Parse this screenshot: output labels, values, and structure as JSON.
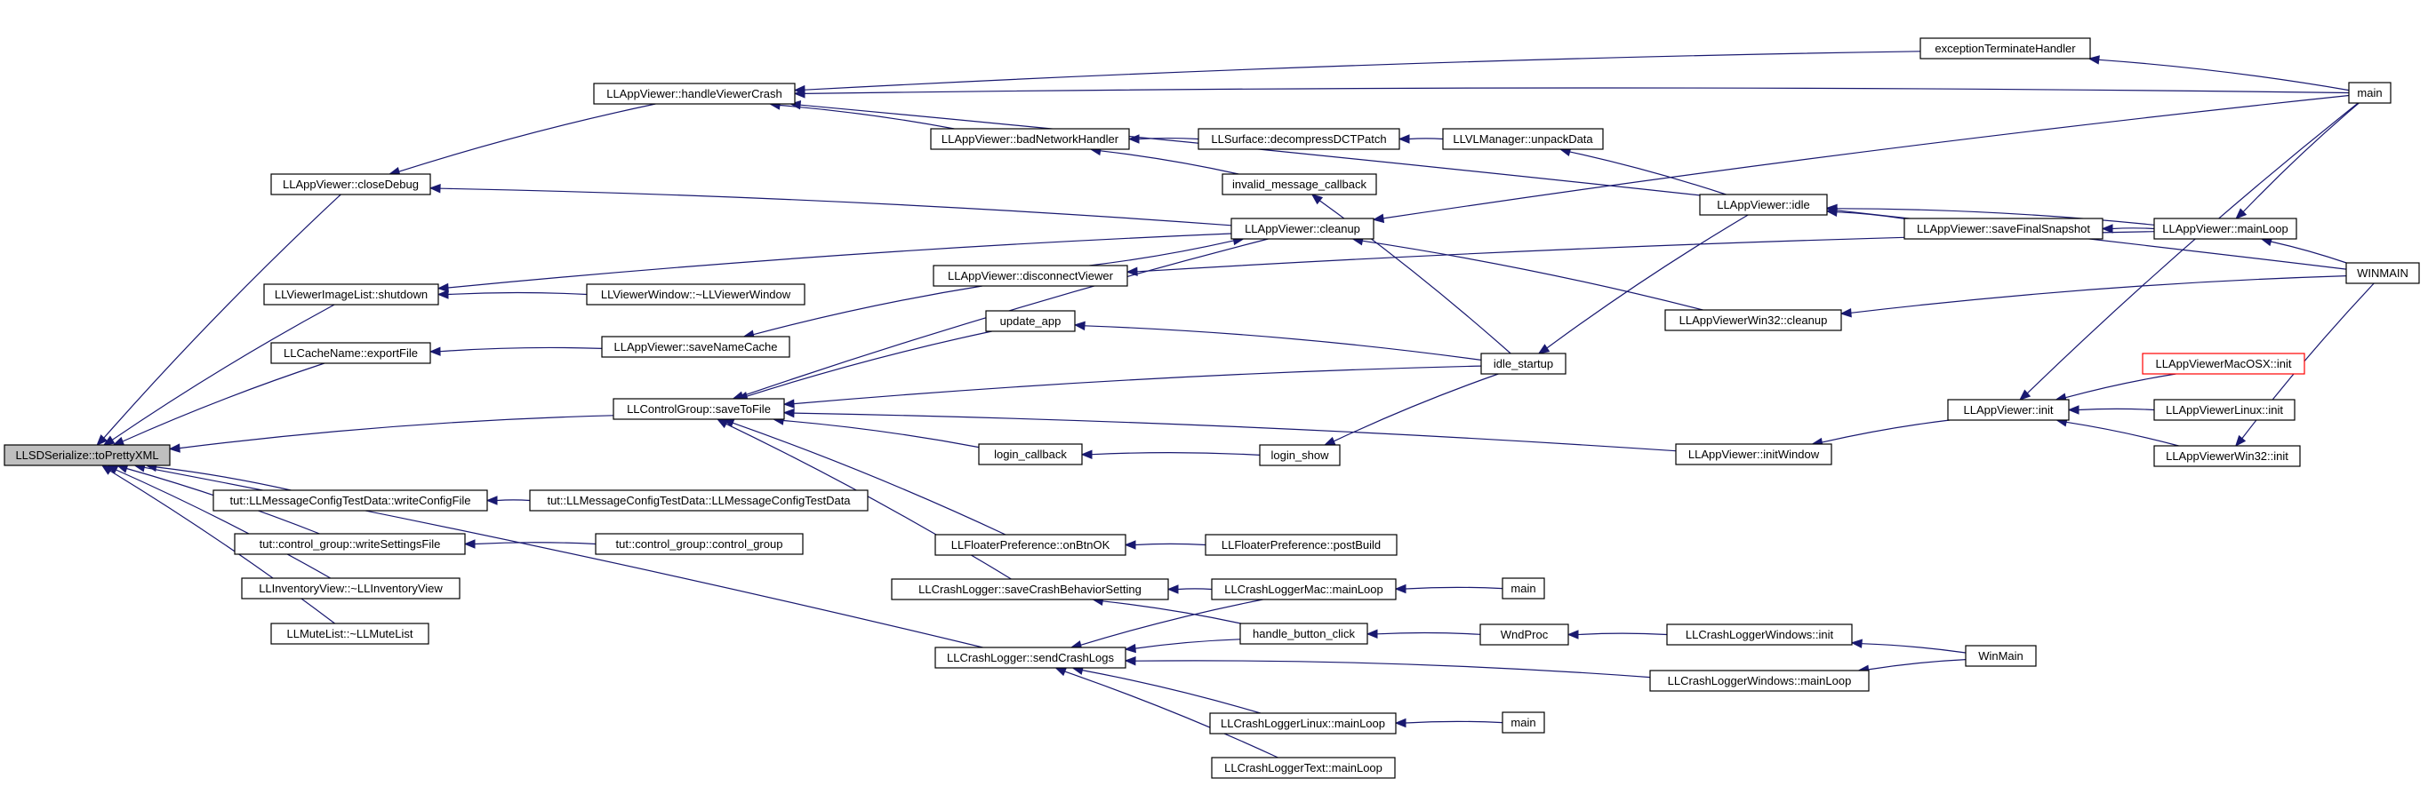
{
  "title": "",
  "colors": {
    "edge": "#191970",
    "highlight_fill": "#bfbfbf",
    "truncated_border": "#ff0000"
  },
  "nodes": [
    {
      "id": "toPrettyXML",
      "label": "LLSDSerialize::toPrettyXML"
    },
    {
      "id": "closeDebug",
      "label": "LLAppViewer::closeDebug"
    },
    {
      "id": "imageShutdown",
      "label": "LLViewerImageList::shutdown"
    },
    {
      "id": "exportFile",
      "label": "LLCacheName::exportFile"
    },
    {
      "id": "saveToFile",
      "label": "LLControlGroup::saveToFile"
    },
    {
      "id": "writeConfigFile",
      "label": "tut::LLMessageConfigTestData::writeConfigFile"
    },
    {
      "id": "writeSettingsFile",
      "label": "tut::control_group::writeSettingsFile"
    },
    {
      "id": "invDtor",
      "label": "LLInventoryView::~LLInventoryView"
    },
    {
      "id": "muteDtor",
      "label": "LLMuteList::~LLMuteList"
    },
    {
      "id": "handleViewerCrash",
      "label": "LLAppViewer::handleViewerCrash"
    },
    {
      "id": "windowDtor",
      "label": "LLViewerWindow::~LLViewerWindow"
    },
    {
      "id": "saveNameCache",
      "label": "LLAppViewer::saveNameCache"
    },
    {
      "id": "msgTestData",
      "label": "tut::LLMessageConfigTestData::LLMessageConfigTestData"
    },
    {
      "id": "controlGroup",
      "label": "tut::control_group::control_group"
    },
    {
      "id": "sendCrashLogs",
      "label": "LLCrashLogger::sendCrashLogs"
    },
    {
      "id": "saveCrashBehavior",
      "label": "LLCrashLogger::saveCrashBehaviorSetting"
    },
    {
      "id": "badNetwork",
      "label": "LLAppViewer::badNetworkHandler"
    },
    {
      "id": "cleanup",
      "label": "LLAppViewer::cleanup"
    },
    {
      "id": "disconnectViewer",
      "label": "LLAppViewer::disconnectViewer"
    },
    {
      "id": "updateApp",
      "label": "update_app"
    },
    {
      "id": "loginCallback",
      "label": "login_callback"
    },
    {
      "id": "onBtnOK",
      "label": "LLFloaterPreference::onBtnOK"
    },
    {
      "id": "decompress",
      "label": "LLSurface::decompressDCTPatch"
    },
    {
      "id": "invalidMsg",
      "label": "invalid_message_callback"
    },
    {
      "id": "loginShow",
      "label": "login_show"
    },
    {
      "id": "postBuild",
      "label": "LLFloaterPreference::postBuild"
    },
    {
      "id": "macMainLoop",
      "label": "LLCrashLoggerMac::mainLoop"
    },
    {
      "id": "handleButton",
      "label": "handle_button_click"
    },
    {
      "id": "linuxMainLoop",
      "label": "LLCrashLoggerLinux::mainLoop"
    },
    {
      "id": "textMainLoop",
      "label": "LLCrashLoggerText::mainLoop"
    },
    {
      "id": "unpackData",
      "label": "LLVLManager::unpackData"
    },
    {
      "id": "idleStartup",
      "label": "idle_startup"
    },
    {
      "id": "mainMac",
      "label": "main"
    },
    {
      "id": "wndProc",
      "label": "WndProc"
    },
    {
      "id": "mainLinux",
      "label": "main"
    },
    {
      "id": "appIdle",
      "label": "LLAppViewer::idle"
    },
    {
      "id": "win32Cleanup",
      "label": "LLAppViewerWin32::cleanup"
    },
    {
      "id": "initWindow",
      "label": "LLAppViewer::initWindow"
    },
    {
      "id": "winInit",
      "label": "LLCrashLoggerWindows::init"
    },
    {
      "id": "winMainLoop",
      "label": "LLCrashLoggerWindows::mainLoop"
    },
    {
      "id": "exceptionHandler",
      "label": "exceptionTerminateHandler"
    },
    {
      "id": "saveFinalSnapshot",
      "label": "LLAppViewer::saveFinalSnapshot"
    },
    {
      "id": "appInit",
      "label": "LLAppViewer::init"
    },
    {
      "id": "appMainLoop",
      "label": "LLAppViewer::mainLoop"
    },
    {
      "id": "macOSXInit",
      "label": "LLAppViewerMacOSX::init"
    },
    {
      "id": "linuxInit",
      "label": "LLAppViewerLinux::init"
    },
    {
      "id": "win32Init",
      "label": "LLAppViewerWin32::init"
    },
    {
      "id": "WinMain",
      "label": "WinMain"
    },
    {
      "id": "main",
      "label": "main"
    },
    {
      "id": "WINMAIN",
      "label": "WINMAIN"
    }
  ],
  "edges": [
    [
      "closeDebug",
      "toPrettyXML"
    ],
    [
      "imageShutdown",
      "toPrettyXML"
    ],
    [
      "exportFile",
      "toPrettyXML"
    ],
    [
      "saveToFile",
      "toPrettyXML"
    ],
    [
      "writeConfigFile",
      "toPrettyXML"
    ],
    [
      "writeSettingsFile",
      "toPrettyXML"
    ],
    [
      "invDtor",
      "toPrettyXML"
    ],
    [
      "muteDtor",
      "toPrettyXML"
    ],
    [
      "sendCrashLogs",
      "toPrettyXML"
    ],
    [
      "handleViewerCrash",
      "closeDebug"
    ],
    [
      "cleanup",
      "closeDebug"
    ],
    [
      "windowDtor",
      "imageShutdown"
    ],
    [
      "cleanup",
      "imageShutdown"
    ],
    [
      "saveNameCache",
      "exportFile"
    ],
    [
      "cleanup",
      "saveToFile"
    ],
    [
      "updateApp",
      "saveToFile"
    ],
    [
      "loginCallback",
      "saveToFile"
    ],
    [
      "onBtnOK",
      "saveToFile"
    ],
    [
      "saveCrashBehavior",
      "saveToFile"
    ],
    [
      "idleStartup",
      "saveToFile"
    ],
    [
      "initWindow",
      "saveToFile"
    ],
    [
      "msgTestData",
      "writeConfigFile"
    ],
    [
      "controlGroup",
      "writeSettingsFile"
    ],
    [
      "badNetwork",
      "handleViewerCrash"
    ],
    [
      "exceptionHandler",
      "handleViewerCrash"
    ],
    [
      "main",
      "handleViewerCrash"
    ],
    [
      "WINMAIN",
      "handleViewerCrash"
    ],
    [
      "disconnectViewer",
      "saveNameCache"
    ],
    [
      "decompress",
      "badNetwork"
    ],
    [
      "invalidMsg",
      "badNetwork"
    ],
    [
      "disconnectViewer",
      "cleanup"
    ],
    [
      "main",
      "cleanup"
    ],
    [
      "win32Cleanup",
      "cleanup"
    ],
    [
      "appMainLoop",
      "disconnectViewer"
    ],
    [
      "idleStartup",
      "updateApp"
    ],
    [
      "loginShow",
      "loginCallback"
    ],
    [
      "postBuild",
      "onBtnOK"
    ],
    [
      "unpackData",
      "decompress"
    ],
    [
      "idleStartup",
      "invalidMsg"
    ],
    [
      "idleStartup",
      "loginShow"
    ],
    [
      "appIdle",
      "unpackData"
    ],
    [
      "appIdle",
      "idleStartup"
    ],
    [
      "macMainLoop",
      "saveCrashBehavior"
    ],
    [
      "handleButton",
      "saveCrashBehavior"
    ],
    [
      "macMainLoop",
      "sendCrashLogs"
    ],
    [
      "handleButton",
      "sendCrashLogs"
    ],
    [
      "winMainLoop",
      "sendCrashLogs"
    ],
    [
      "linuxMainLoop",
      "sendCrashLogs"
    ],
    [
      "textMainLoop",
      "sendCrashLogs"
    ],
    [
      "mainMac",
      "macMainLoop"
    ],
    [
      "wndProc",
      "handleButton"
    ],
    [
      "winInit",
      "wndProc"
    ],
    [
      "mainLinux",
      "linuxMainLoop"
    ],
    [
      "WinMain",
      "winInit"
    ],
    [
      "WinMain",
      "winMainLoop"
    ],
    [
      "saveFinalSnapshot",
      "appIdle"
    ],
    [
      "appMainLoop",
      "appIdle"
    ],
    [
      "appMainLoop",
      "saveFinalSnapshot"
    ],
    [
      "main",
      "exceptionHandler"
    ],
    [
      "WINMAIN",
      "win32Cleanup"
    ],
    [
      "appInit",
      "initWindow"
    ],
    [
      "main",
      "appInit"
    ],
    [
      "macOSXInit",
      "appInit"
    ],
    [
      "linuxInit",
      "appInit"
    ],
    [
      "win32Init",
      "appInit"
    ],
    [
      "main",
      "appMainLoop"
    ],
    [
      "WINMAIN",
      "appMainLoop"
    ],
    [
      "WINMAIN",
      "win32Init"
    ]
  ]
}
